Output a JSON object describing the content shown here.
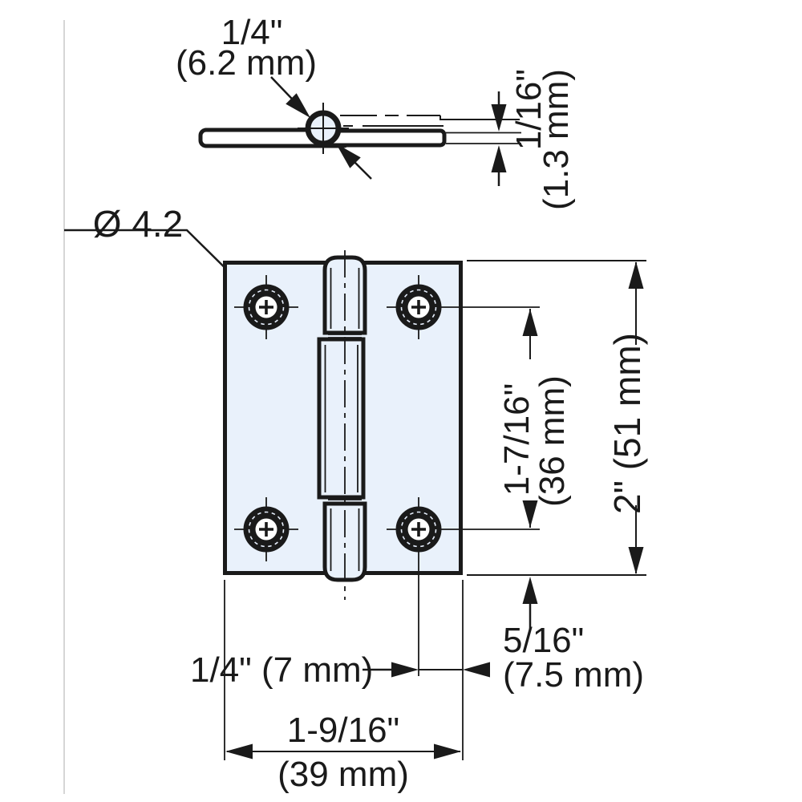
{
  "drawing": {
    "type": "technical-drawing",
    "subject": "butt hinge dimensional drawing",
    "colors": {
      "line": "#1a1a1a",
      "body_fill": "#e9f1fb",
      "hole_dash": "#e6eefc",
      "guide_line": "#c9c9c9"
    },
    "side_view": {
      "knuckle_diameter_inch": "1/4\"",
      "knuckle_diameter_mm": "(6.2 mm)",
      "leaf_thickness_inch": "1/16\"",
      "leaf_thickness_mm": "(1.3 mm)"
    },
    "front_view": {
      "hole_diameter": "Ø 4.2",
      "hole_pitch_inch": "1-7/16\"",
      "hole_pitch_mm": "(36 mm)",
      "overall_height": "2\" (51 mm)",
      "bottom_edge_to_hole_inch": "5/16\"",
      "bottom_edge_to_hole_mm": "(7.5 mm)",
      "hole_to_side_edge": "1/4\" (7 mm)",
      "overall_width_inch": "1-9/16\"",
      "overall_width_mm": "(39 mm)"
    }
  }
}
